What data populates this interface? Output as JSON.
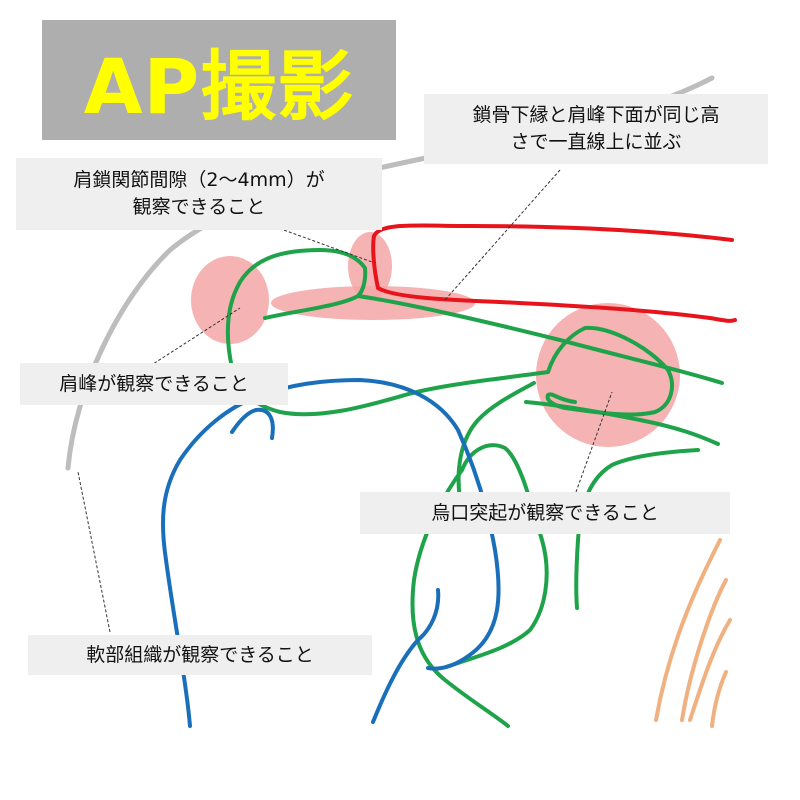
{
  "title": "AP撮影",
  "colors": {
    "title_text": "#ffff00",
    "title_bg": "#aeaeae",
    "clavicle": "#e8141b",
    "scapula": "#1fa34a",
    "humerus": "#1a6fbb",
    "ribs": "#f0b080",
    "soft_tissue": "#bdbdbd",
    "highlight": "#f4a6a6",
    "label_bg": "#efefef"
  },
  "labels": {
    "clavicle_line": [
      "鎖骨下縁と肩峰下面が同じ高",
      "さで一直線上に並ぶ"
    ],
    "ac_joint": [
      "肩鎖関節間隙（2～4mm）が",
      "観察できること"
    ],
    "acromion": "肩峰が観察できること",
    "coracoid": "烏口突起が観察できること",
    "soft_tissue": "軟部組織が観察できること"
  }
}
